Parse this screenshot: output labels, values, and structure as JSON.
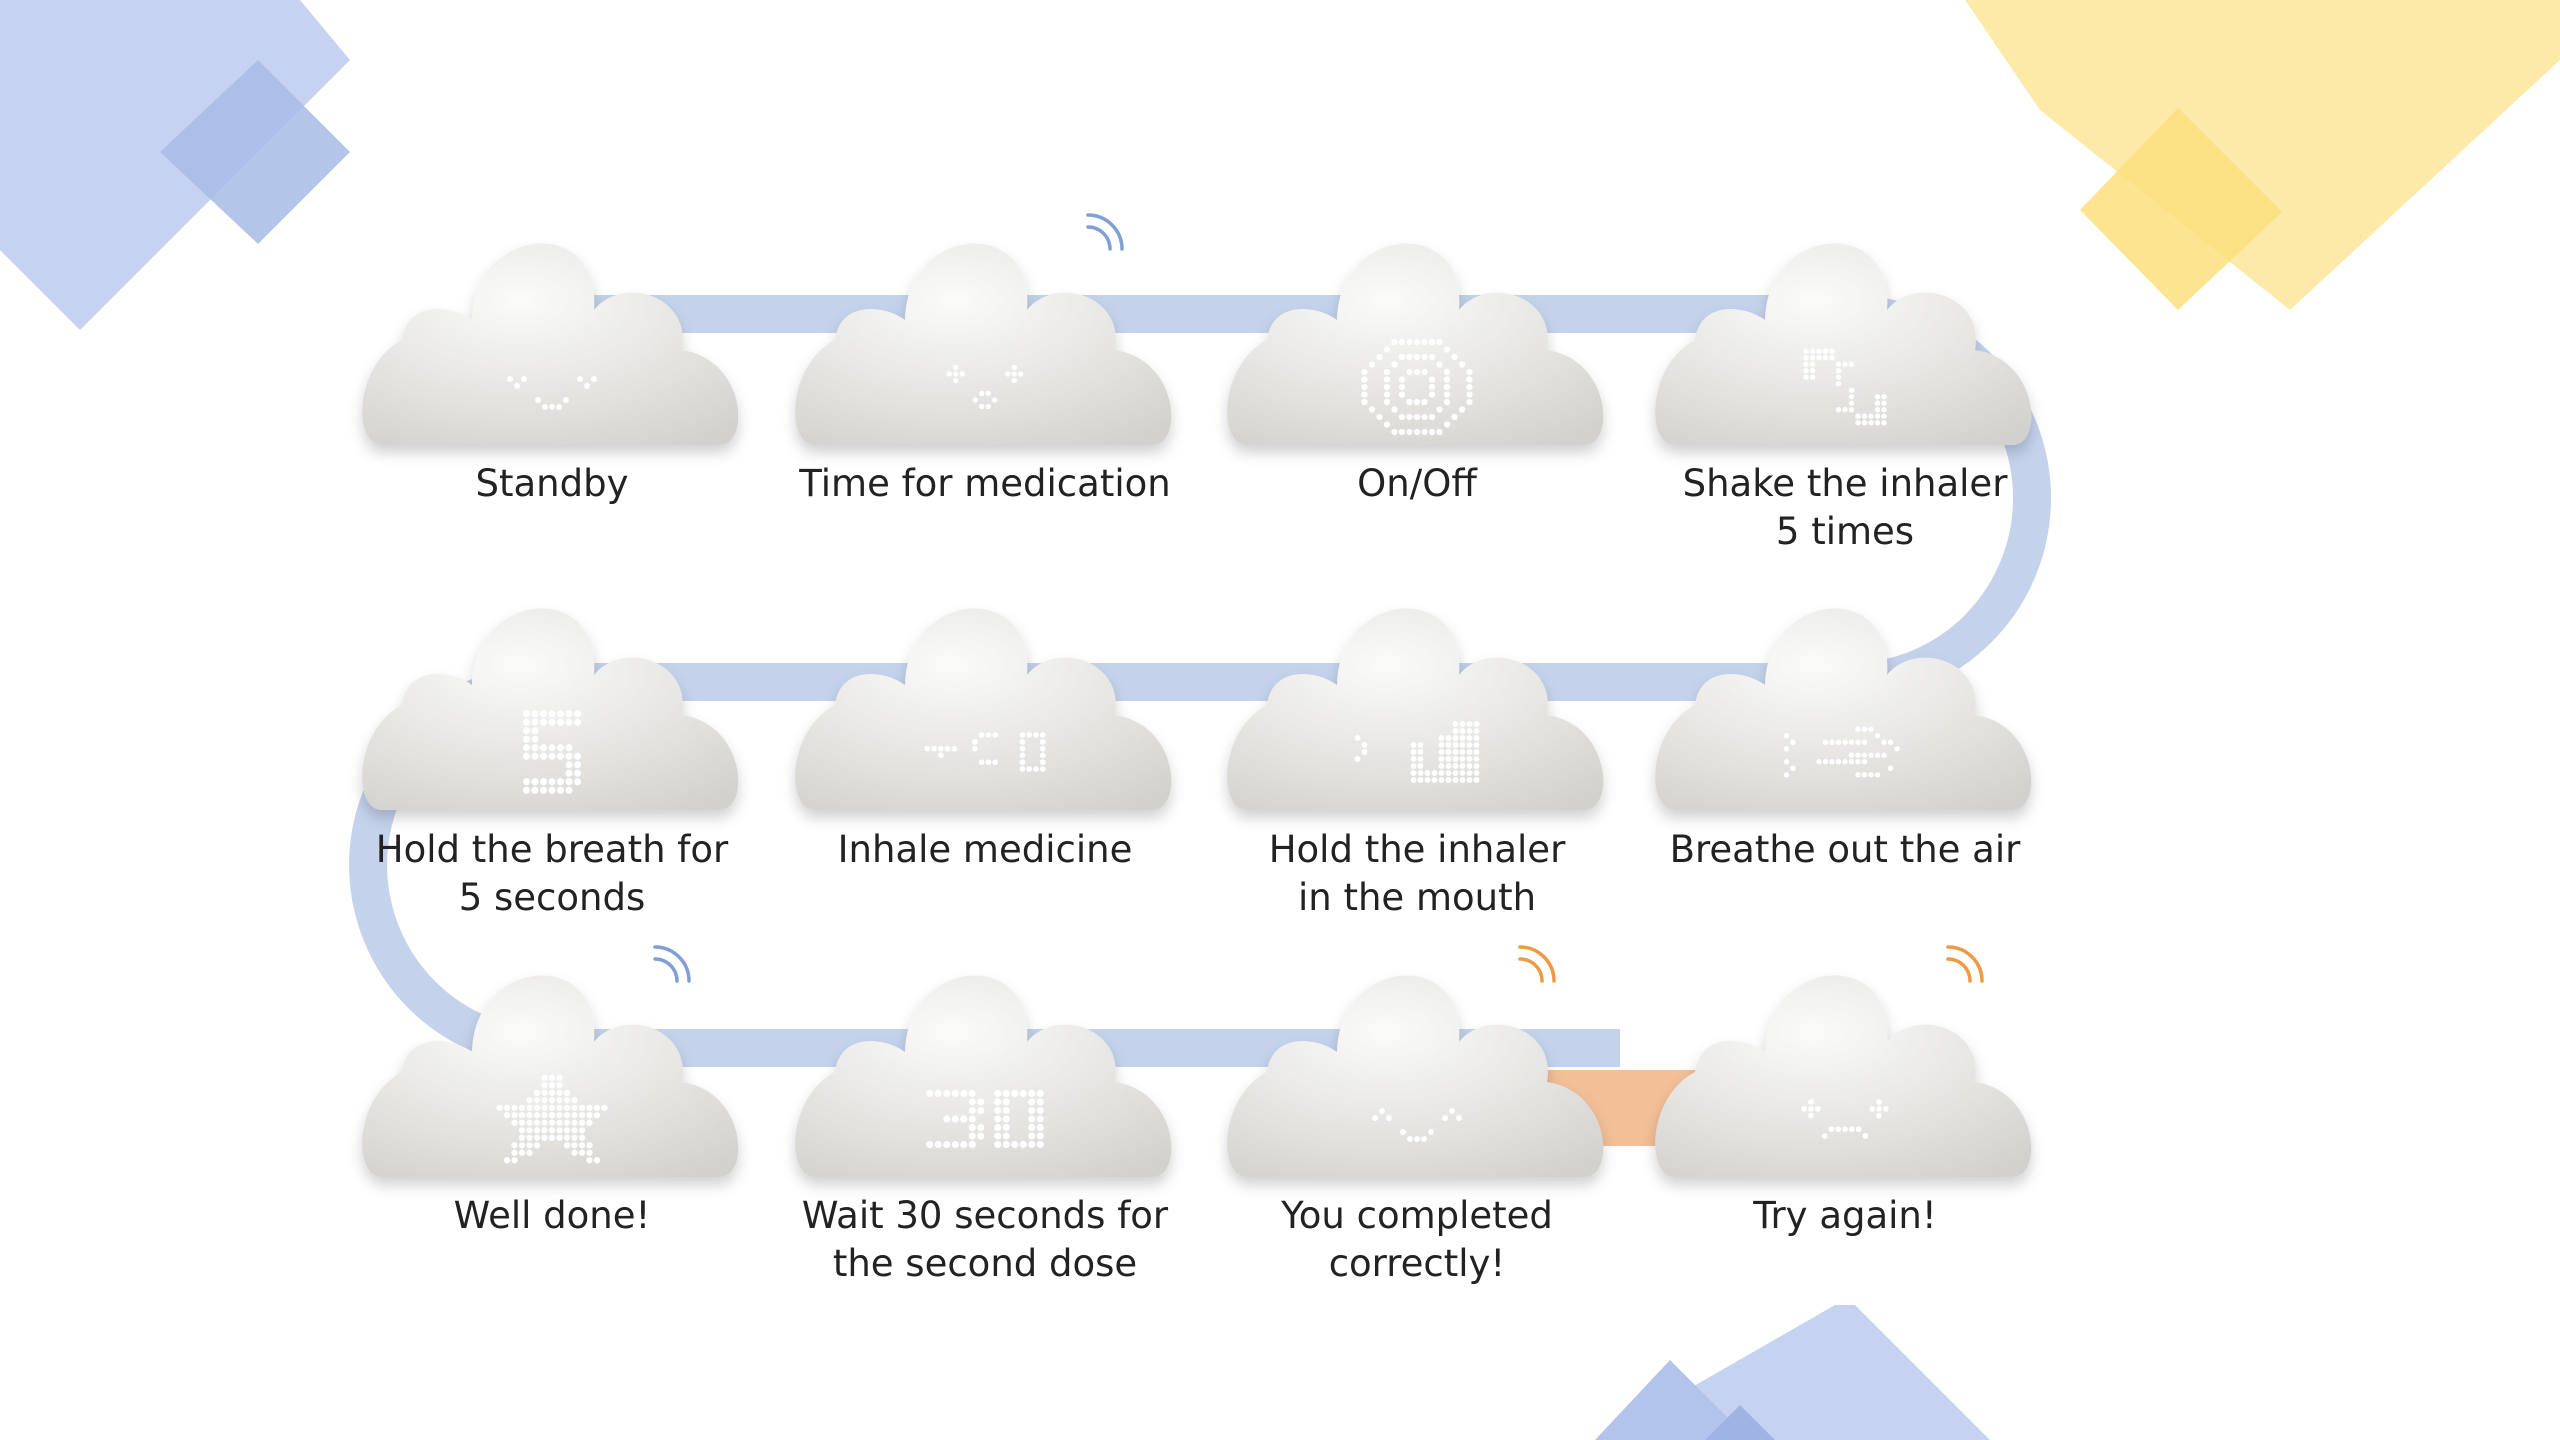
{
  "colors": {
    "blue_accent": "#b9c9ea",
    "blue_deco": "#c6d3f0",
    "yellow_deco": "#fde9a8",
    "orange_link": "#f2bf97",
    "signal_blue": "#7f9fd6",
    "signal_orange": "#ee9a45",
    "cloud": "#e6e5e2",
    "cloud_highlight": "#fbfbfa",
    "led": "#ffffff"
  },
  "steps": [
    {
      "icon": "smile-face",
      "signal": null,
      "caption": "Standby"
    },
    {
      "icon": "surprised-face",
      "signal": "blue",
      "caption": "Time for medication"
    },
    {
      "icon": "power-target",
      "signal": null,
      "caption": "On/Off"
    },
    {
      "icon": "shake-arrows",
      "signal": null,
      "caption": "Shake the inhaler\n5 times"
    },
    {
      "icon": "number-5",
      "signal": null,
      "caption": "Hold the breath for\n5 seconds"
    },
    {
      "icon": "inhale-arrow",
      "signal": null,
      "caption": "Inhale medicine"
    },
    {
      "icon": "inhaler",
      "signal": null,
      "caption": "Hold the inhaler\nin the mouth"
    },
    {
      "icon": "exhale-wind",
      "signal": null,
      "caption": "Breathe out the air"
    },
    {
      "icon": "star",
      "signal": "blue",
      "caption": "Well done!"
    },
    {
      "icon": "number-30",
      "signal": null,
      "caption": "Wait 30 seconds for\nthe second dose"
    },
    {
      "icon": "happy-face",
      "signal": "orange",
      "caption": "You completed\ncorrectly!"
    },
    {
      "icon": "sad-face",
      "signal": "orange",
      "caption": "Try again!"
    }
  ]
}
